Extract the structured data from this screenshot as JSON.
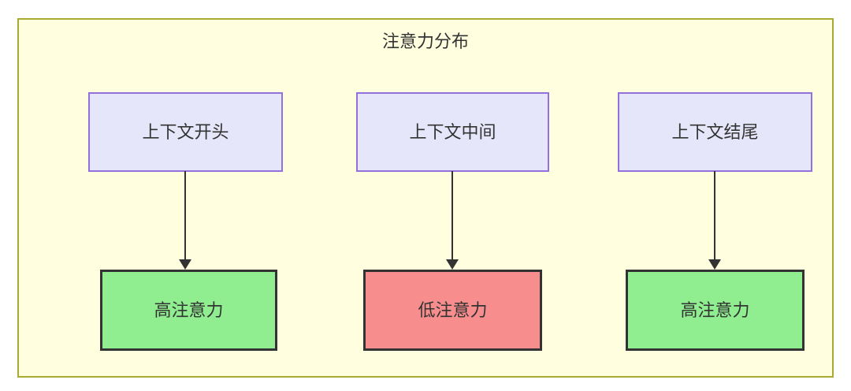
{
  "diagram": {
    "title": "注意力分布",
    "container_fill": "#ffffe0",
    "container_border": "#aaaa33",
    "columns": [
      {
        "source": {
          "label": "上下文开头",
          "fill": "#e6e6fa",
          "border": "#9370db"
        },
        "result": {
          "label": "高注意力",
          "fill": "#90ee90",
          "border": "#333333",
          "level": "high"
        }
      },
      {
        "source": {
          "label": "上下文中间",
          "fill": "#e6e6fa",
          "border": "#9370db"
        },
        "result": {
          "label": "低注意力",
          "fill": "#f88d8d",
          "border": "#333333",
          "level": "low"
        }
      },
      {
        "source": {
          "label": "上下文结尾",
          "fill": "#e6e6fa",
          "border": "#9370db"
        },
        "result": {
          "label": "高注意力",
          "fill": "#90ee90",
          "border": "#333333",
          "level": "high"
        }
      }
    ],
    "edges": [
      {
        "name": "arrow-context-start-to-high"
      },
      {
        "name": "arrow-context-middle-to-low"
      },
      {
        "name": "arrow-context-end-to-high"
      }
    ]
  }
}
